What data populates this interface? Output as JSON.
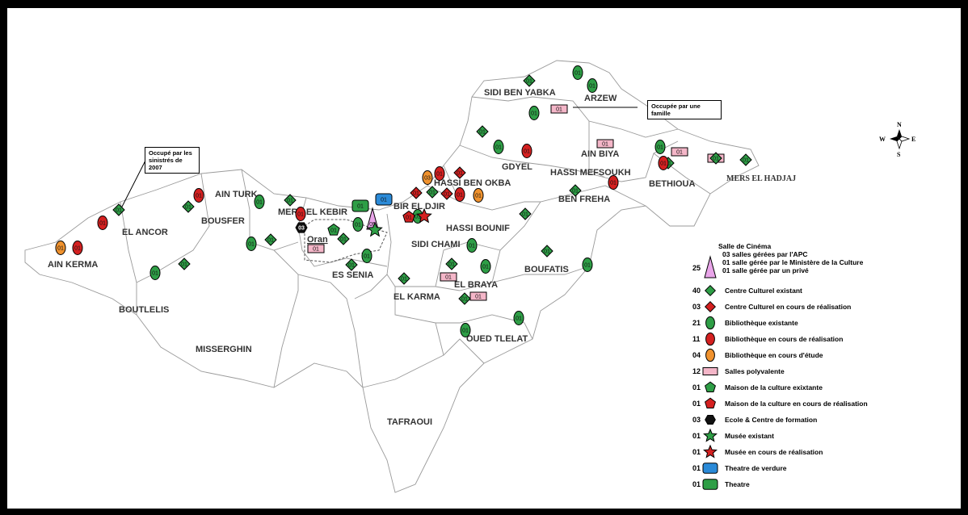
{
  "communes": [
    "AIN KERMA",
    "EL ANCOR",
    "BOUSFER",
    "AIN TURK",
    "MERS EL KEBIR",
    "Oran",
    "ES SENIA",
    "BOUTLELIS",
    "MISSERGHIN",
    "EL KARMA",
    "SIDI CHAMI",
    "BIR EL DJIR",
    "HASSI BEN OKBA",
    "HASSI BOUNIF",
    "EL BRAYA",
    "BOUFATIS",
    "OUED TLELAT",
    "TAFRAOUI",
    "GDYEL",
    "HASSI MEFSOUKH",
    "BEN FREHA",
    "AIN BIYA",
    "SIDI BEN YABKA",
    "ARZEW",
    "BETHIOUA",
    "MERS EL HADJAJ"
  ],
  "notes": {
    "occupied_family": "Occupée par une famille",
    "occupied_sinistres": "Occupé par les sinistrés de 2007"
  },
  "legend": [
    {
      "count": "25",
      "lines": [
        "Salle de Cinéma",
        "03 salles gérées par l'APC",
        "01 salle gérée par le Ministère de la Culture",
        "01 salle gérée par un privé"
      ],
      "shape": "triangle",
      "color": "#e9a5e9"
    },
    {
      "count": "40",
      "lines": [
        "Centre Culturel existant"
      ],
      "shape": "diamond",
      "color": "#2e9e46"
    },
    {
      "count": "03",
      "lines": [
        "Centre Culturel en cours de réalisation"
      ],
      "shape": "diamond",
      "color": "#d42020"
    },
    {
      "count": "21",
      "lines": [
        "Bibliothèque existante"
      ],
      "shape": "ellipse",
      "color": "#2e9e46"
    },
    {
      "count": "11",
      "lines": [
        "Bibliothèque en cours de réalisation"
      ],
      "shape": "ellipse",
      "color": "#d42020"
    },
    {
      "count": "04",
      "lines": [
        "Bibliothèque en cours d'étude"
      ],
      "shape": "ellipse",
      "color": "#f0922e"
    },
    {
      "count": "12",
      "lines": [
        "Salles polyvalente"
      ],
      "shape": "rect",
      "color": "#f4b6c8"
    },
    {
      "count": "01",
      "lines": [
        "Maison de la culture exixtante"
      ],
      "shape": "pentagon",
      "color": "#2e9e46"
    },
    {
      "count": "01",
      "lines": [
        "Maison de la culture en cours de réalisation"
      ],
      "shape": "pentagon",
      "color": "#d42020"
    },
    {
      "count": "03",
      "lines": [
        "Ecole & Centre de formation"
      ],
      "shape": "hexagon",
      "color": "#111111"
    },
    {
      "count": "01",
      "lines": [
        "Musée existant"
      ],
      "shape": "star",
      "color": "#2e9e46"
    },
    {
      "count": "01",
      "lines": [
        "Musée en cours de réalisation"
      ],
      "shape": "star",
      "color": "#d42020"
    },
    {
      "count": "01",
      "lines": [
        "Theatre de verdure"
      ],
      "shape": "roundrect",
      "color": "#2a8ad8"
    },
    {
      "count": "01",
      "lines": [
        "Theatre"
      ],
      "shape": "roundrect",
      "color": "#2e9e46"
    }
  ],
  "compass": {
    "n": "N",
    "s": "S",
    "e": "E",
    "w": "W"
  },
  "markers": [
    {
      "t": "ellipse",
      "c": "#f0922e",
      "label": "01"
    },
    {
      "t": "ellipse",
      "c": "#d42020",
      "label": "01"
    },
    {
      "t": "ellipse",
      "c": "#2e9e46",
      "label": "01"
    },
    {
      "t": "diamond",
      "c": "#2e9e46",
      "label": "01"
    },
    {
      "t": "diamond",
      "c": "#2e9e46",
      "label": "01"
    },
    {
      "t": "ellipse",
      "c": "#d42020",
      "label": "01"
    },
    {
      "t": "ellipse",
      "c": "#d42020",
      "label": "01"
    },
    {
      "t": "diamond",
      "c": "#2e9e46",
      "label": "01"
    },
    {
      "t": "ellipse",
      "c": "#2e9e46",
      "label": "01"
    },
    {
      "t": "ellipse",
      "c": "#2e9e46",
      "label": "01"
    },
    {
      "t": "diamond",
      "c": "#2e9e46",
      "label": "01"
    },
    {
      "t": "diamond",
      "c": "#2e9e46",
      "label": "01"
    },
    {
      "t": "ellipse",
      "c": "#d42020",
      "label": "01"
    },
    {
      "t": "hexagon",
      "c": "#111111",
      "label": "03"
    },
    {
      "t": "pentagon",
      "c": "#2e9e46",
      "label": "01"
    },
    {
      "t": "diamond",
      "c": "#2e9e46",
      "label": "01"
    },
    {
      "t": "ellipse",
      "c": "#2e9e46",
      "label": "01"
    },
    {
      "t": "rect",
      "c": "#f4b6c8",
      "label": "01"
    },
    {
      "t": "roundrect",
      "c": "#2e9e46",
      "label": "01"
    },
    {
      "t": "roundrect",
      "c": "#2a8ad8",
      "label": "01"
    },
    {
      "t": "triangle",
      "c": "#e9a5e9",
      "label": "05"
    },
    {
      "t": "star",
      "c": "#2e9e46",
      "label": ""
    },
    {
      "t": "diamond",
      "c": "#2e9e46",
      "label": "01"
    },
    {
      "t": "ellipse",
      "c": "#2e9e46",
      "label": "01"
    },
    {
      "t": "diamond",
      "c": "#2e9e46",
      "label": "01"
    },
    {
      "t": "diamond",
      "c": "#d42020",
      "label": "01"
    },
    {
      "t": "ellipse",
      "c": "#2e9e46",
      "label": "01"
    },
    {
      "t": "pentagon",
      "c": "#d42020",
      "label": "01"
    },
    {
      "t": "star",
      "c": "#d42020",
      "label": ""
    },
    {
      "t": "diamond",
      "c": "#2e9e46",
      "label": "01"
    },
    {
      "t": "diamond",
      "c": "#d42020",
      "label": "01"
    },
    {
      "t": "ellipse",
      "c": "#f0922e",
      "label": "03"
    },
    {
      "t": "ellipse",
      "c": "#d42020",
      "label": "01"
    },
    {
      "t": "diamond",
      "c": "#d42020",
      "label": "01"
    },
    {
      "t": "ellipse",
      "c": "#d42020",
      "label": "01"
    },
    {
      "t": "ellipse",
      "c": "#f0922e",
      "label": "01"
    },
    {
      "t": "diamond",
      "c": "#2e9e46",
      "label": "01"
    },
    {
      "t": "ellipse",
      "c": "#2e9e46",
      "label": "01"
    },
    {
      "t": "diamond",
      "c": "#2e9e46",
      "label": "01"
    },
    {
      "t": "diamond",
      "c": "#2e9e46",
      "label": "01"
    },
    {
      "t": "ellipse",
      "c": "#2e9e46",
      "label": "01"
    },
    {
      "t": "rect",
      "c": "#f4b6c8",
      "label": "01"
    },
    {
      "t": "ellipse",
      "c": "#2e9e46",
      "label": "01"
    },
    {
      "t": "ellipse",
      "c": "#d42020",
      "label": "01"
    },
    {
      "t": "diamond",
      "c": "#2e9e46",
      "label": "01"
    },
    {
      "t": "ellipse",
      "c": "#2e9e46",
      "label": "01"
    },
    {
      "t": "ellipse",
      "c": "#2e9e46",
      "label": "01"
    },
    {
      "t": "diamond",
      "c": "#2e9e46",
      "label": "01"
    },
    {
      "t": "ellipse",
      "c": "#2e9e46",
      "label": "01"
    },
    {
      "t": "diamond",
      "c": "#2e9e46",
      "label": "01"
    },
    {
      "t": "ellipse",
      "c": "#2e9e46",
      "label": "01"
    },
    {
      "t": "rect",
      "c": "#f4b6c8",
      "label": "01"
    },
    {
      "t": "rect",
      "c": "#f4b6c8",
      "label": "01"
    },
    {
      "t": "ellipse",
      "c": "#d42020",
      "label": "01"
    },
    {
      "t": "rect",
      "c": "#f4b6c8",
      "label": "06"
    },
    {
      "t": "rect",
      "c": "#f4b6c8",
      "label": "01"
    },
    {
      "t": "diamond",
      "c": "#2e9e46",
      "label": "01"
    },
    {
      "t": "ellipse",
      "c": "#2e9e46",
      "label": "01"
    },
    {
      "t": "rect",
      "c": "#f4b6c8",
      "label": "01"
    },
    {
      "t": "ellipse",
      "c": "#d42020",
      "label": "01"
    },
    {
      "t": "diamond",
      "c": "#2e9e46",
      "label": "01"
    },
    {
      "t": "diamond",
      "c": "#2e9e46",
      "label": "01"
    },
    {
      "t": "ellipse",
      "c": "#2e9e46",
      "label": "01"
    },
    {
      "t": "diamond",
      "c": "#2e9e46",
      "label": "01"
    },
    {
      "t": "ellipse",
      "c": "#2e9e46",
      "label": "01"
    }
  ]
}
